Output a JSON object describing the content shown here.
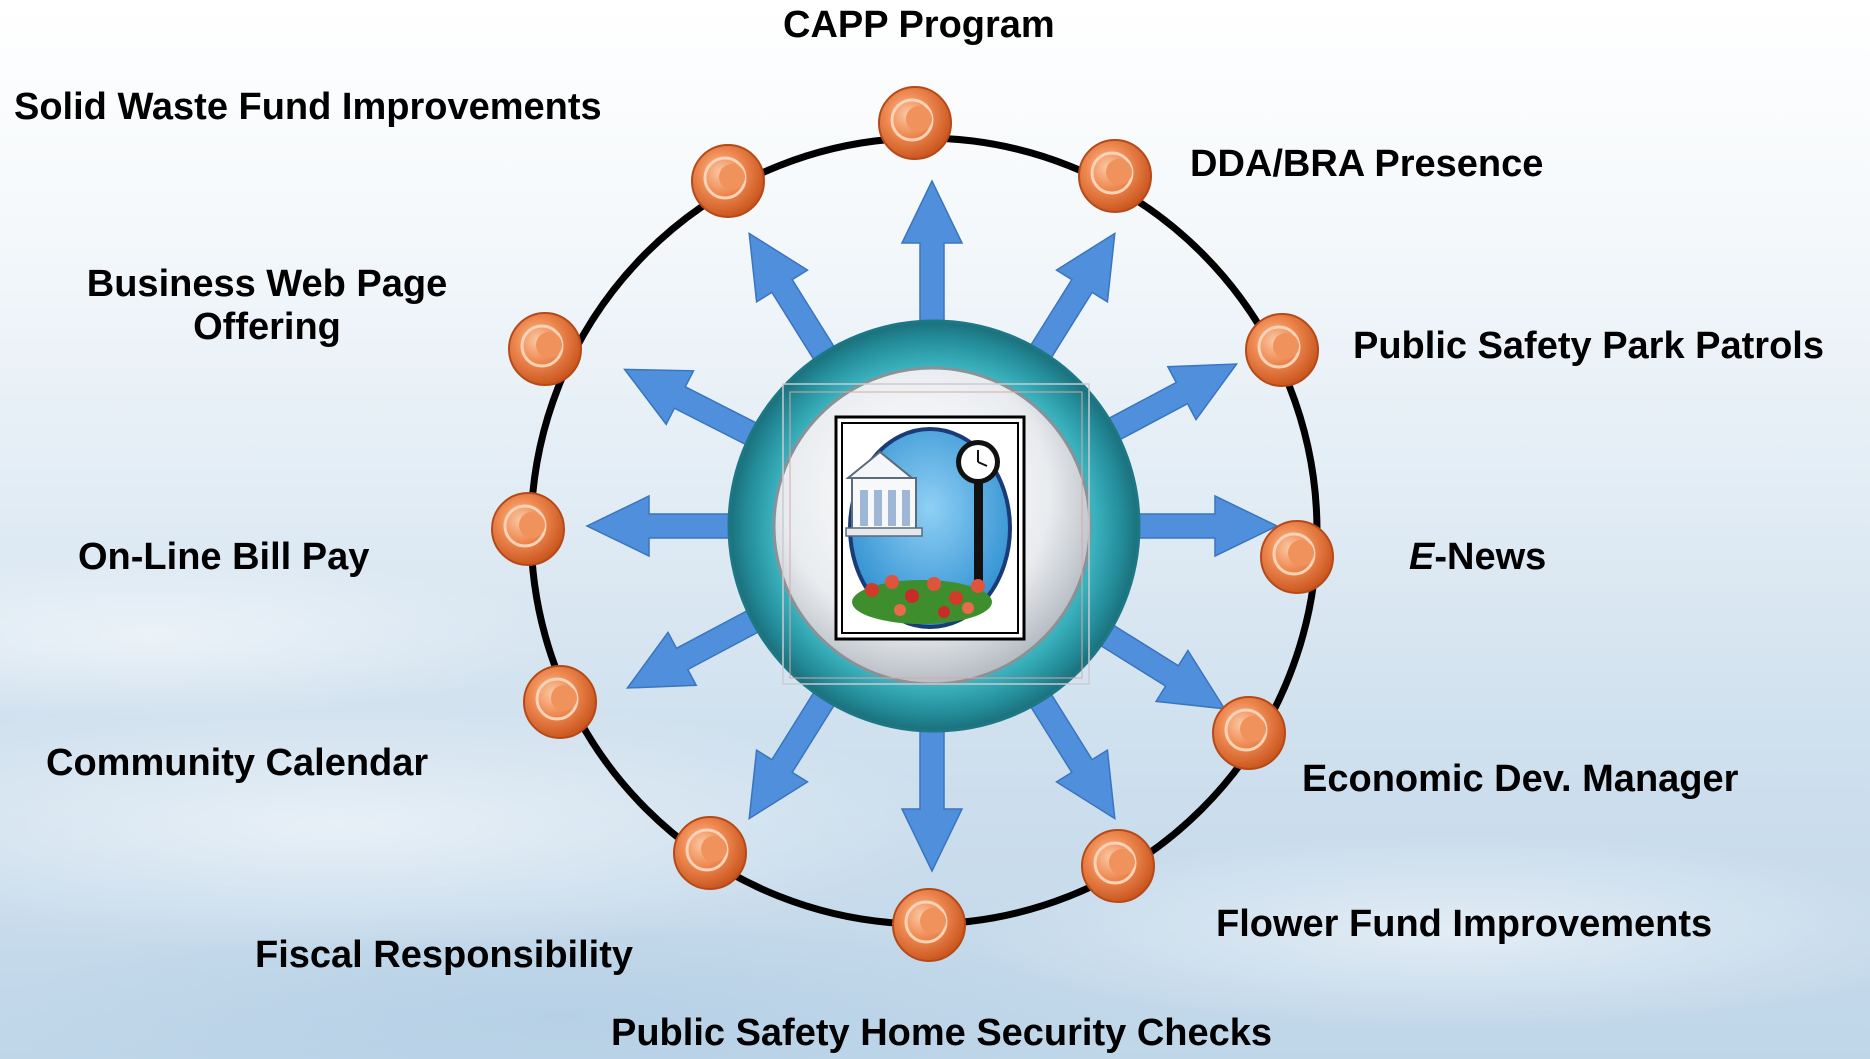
{
  "items": {
    "capp": "CAPP Program",
    "solid_waste": "Solid Waste Fund Improvements",
    "dda": "DDA/BRA Presence",
    "business_web_1": "Business Web Page",
    "business_web_2": "Offering",
    "park_patrols": "Public Safety Park Patrols",
    "bill_pay": "On-Line Bill Pay",
    "enews_italic": "E",
    "enews_rest": "-News",
    "calendar": "Community Calendar",
    "econ_dev": "Economic Dev. Manager",
    "fiscal": "Fiscal Responsibility",
    "flower_fund": "Flower Fund Improvements",
    "home_security": "Public Safety Home Security Checks"
  },
  "colors": {
    "arrow": "#4f8fdc",
    "ring": "#2fa0ad",
    "node": "#e8763a"
  }
}
